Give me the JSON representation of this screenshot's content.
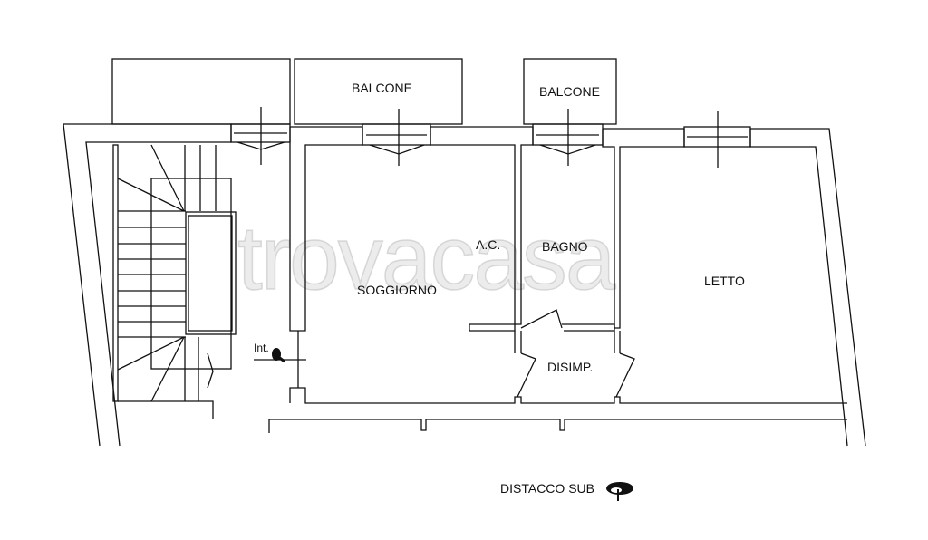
{
  "rooms": {
    "balcone_1": "BALCONE",
    "balcone_2": "BALCONE",
    "soggiorno": "SOGGIORNO",
    "ac": "A.C.",
    "bagno": "BAGNO",
    "letto": "LETTO",
    "disimp": "DISIMP."
  },
  "labels": {
    "int": "Int.",
    "distacco": "DISTACCO SUB"
  },
  "watermark": "trovacasa"
}
